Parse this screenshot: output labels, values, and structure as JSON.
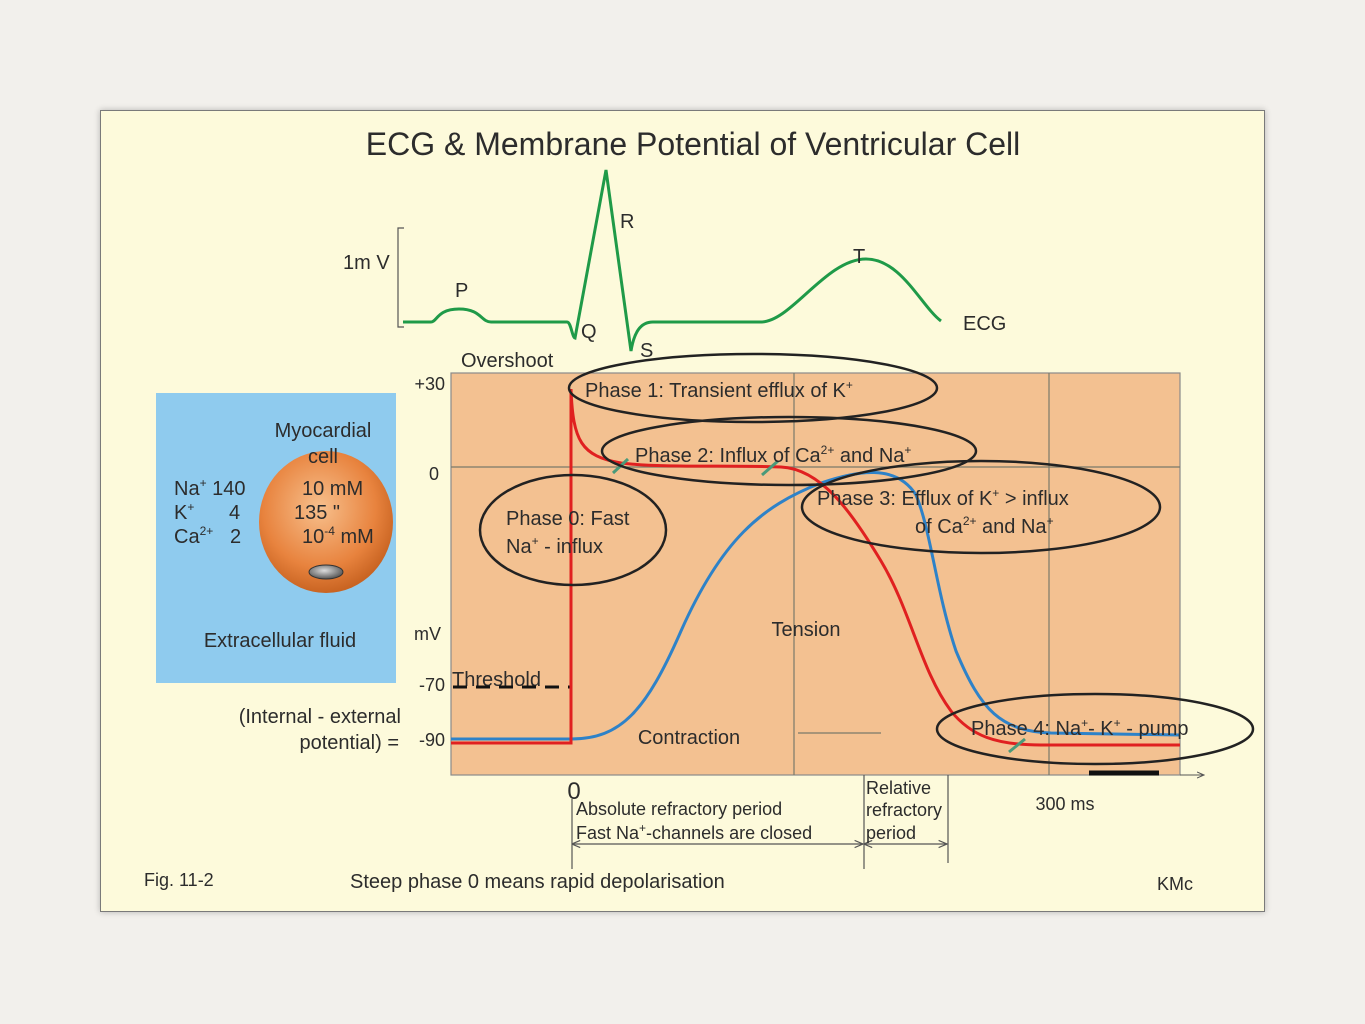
{
  "title": "ECG & Membrane Potential of Ventricular Cell",
  "ecg": {
    "scale_label": "1m V",
    "label": "ECG",
    "waves": {
      "p": "P",
      "q": "Q",
      "r": "R",
      "s": "S",
      "t": "T"
    }
  },
  "cell": {
    "name_line1": "Myocardial",
    "name_line2": "cell",
    "ions": [
      {
        "ion": "Na",
        "charge": "+",
        "outside": "140",
        "inside": "10 mM"
      },
      {
        "ion": "K",
        "charge": "+",
        "outside": "4",
        "inside": "135  \""
      },
      {
        "ion": "Ca",
        "charge": "2+",
        "outside": "2",
        "inside_base": "10",
        "inside_exp": "-4",
        "inside_unit": " mM"
      }
    ],
    "fluid": "Extracellular fluid"
  },
  "potential_plot": {
    "overshoot": "Overshoot",
    "y_ticks": [
      "+30",
      "0",
      "-70",
      "-90"
    ],
    "y_unit": "mV",
    "threshold": "Threshold",
    "axis_note_line1": "(Internal - external",
    "axis_note_line2": "potential)  =",
    "x_zero": "0",
    "scale_bar": "300 ms",
    "tension": "Tension",
    "contraction": "Contraction"
  },
  "phases": {
    "p1": {
      "text": "Phase 1: Transient efflux of K",
      "sup": "+"
    },
    "p2": {
      "a": "Phase 2: Influx of Ca",
      "a_sup": "2+",
      "b": " and Na",
      "b_sup": "+"
    },
    "p3": {
      "a": "Phase 3: Efflux of K",
      "a_sup": "+",
      "b": " > influx",
      "c": "of Ca",
      "c_sup": "2+",
      "d": " and Na",
      "d_sup": "+"
    },
    "p0": {
      "line1": "Phase 0: Fast",
      "line2a": "Na",
      "line2_sup": "+",
      "line2b": " - influx"
    },
    "p4": {
      "a": "Phase 4: Na",
      "a_sup": "+",
      "b": "- K",
      "b_sup": "+",
      "c": " - pump"
    }
  },
  "refractory": {
    "absolute_line1": "Absolute refractory period",
    "absolute_line2a": "Fast Na",
    "absolute_line2_sup": "+",
    "absolute_line2b": "-channels are closed",
    "relative_line1": "Relative",
    "relative_line2": "refractory",
    "relative_line3": "period"
  },
  "footer": {
    "fig": "Fig. 11-2",
    "caption": "Steep phase 0 means rapid depolarisation",
    "credit": "KMc"
  },
  "colors": {
    "slide_bg": "#fdfadb",
    "plot_bg": "#f3c191",
    "cell_panel": "#8fcbee",
    "cell_body": "#e8833e",
    "ecg_trace": "#1f9a48",
    "potential_trace": "#e02020",
    "tension_trace": "#2e82c8"
  }
}
